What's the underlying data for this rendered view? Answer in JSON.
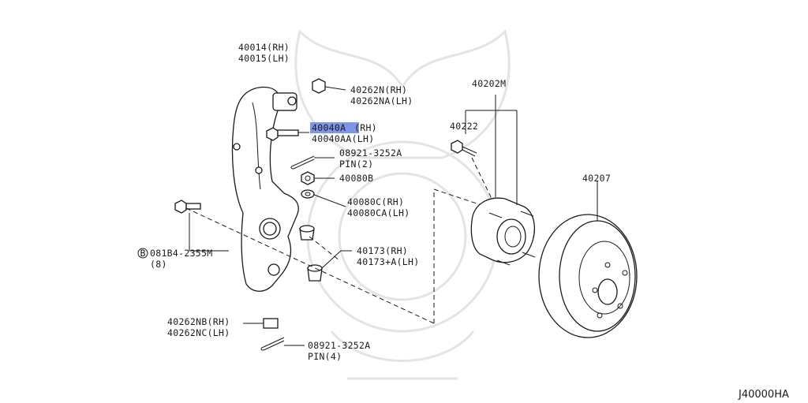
{
  "highlight_color": "#7e95e8",
  "labels": {
    "knuckle_rh": "40014(RH)",
    "knuckle_lh": "40015(LH)",
    "nut_top_rh": "40262N(RH)",
    "nut_top_lh": "40262NA(LH)",
    "bolt_rh_highlight": "40040A",
    "bolt_rh_suffix": "(RH)",
    "bolt_lh": "40040AA(LH)",
    "pin_top": "08921-3252A",
    "pin_top_qty": "PIN(2)",
    "washer": "40080B",
    "washer2_rh": "40080C(RH)",
    "washer2_lh": "40080CA(LH)",
    "bushing_rh": "40173(RH)",
    "bushing_lh": "40173+A(LH)",
    "bolt_side_prefix": "B",
    "bolt_side": "081B4-2355M",
    "bolt_side_qty": "(8)",
    "nut_bottom_rh": "40262NB(RH)",
    "nut_bottom_lh": "40262NC(LH)",
    "pin_bottom": "08921-3252A",
    "pin_bottom_qty": "PIN(4)",
    "hub_assembly": "40202M",
    "hub_bolt": "40222",
    "rotor": "40207"
  },
  "diagram_code": "J40000HA"
}
